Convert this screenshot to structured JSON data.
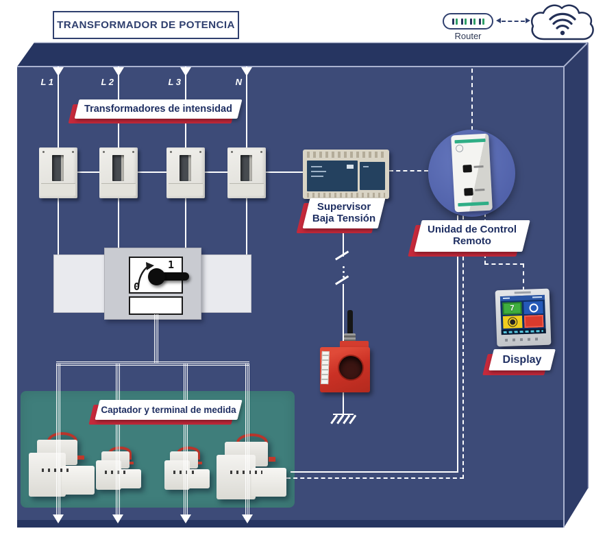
{
  "title": "TRANSFORMADOR DE POTENCIA",
  "network": {
    "router_label": "Router"
  },
  "phases": [
    "L 1",
    "L 2",
    "L 3",
    "N"
  ],
  "labels": {
    "current_transformers": "Transformadores de intensidad",
    "supervisor": [
      "Supervisor",
      "Baja Tensión"
    ],
    "remote_control": [
      "Unidad de Control",
      "Remoto"
    ],
    "sensor_terminal": "Captador y terminal de medida",
    "display": "Display"
  },
  "switch": {
    "on": "1",
    "off": "0"
  },
  "display_screen": {
    "tile_digit": "7"
  },
  "colors": {
    "accent_red": "#c5293b",
    "navy_text": "#1f2f62",
    "cabinet_front": "#3d4b78",
    "cabinet_top": "#263561",
    "cabinet_side": "#2e3c68",
    "sensor_zone_teal": "#3f7e7b",
    "control_circle": "#5c6db5",
    "router_led_green": "#2e9e66"
  }
}
